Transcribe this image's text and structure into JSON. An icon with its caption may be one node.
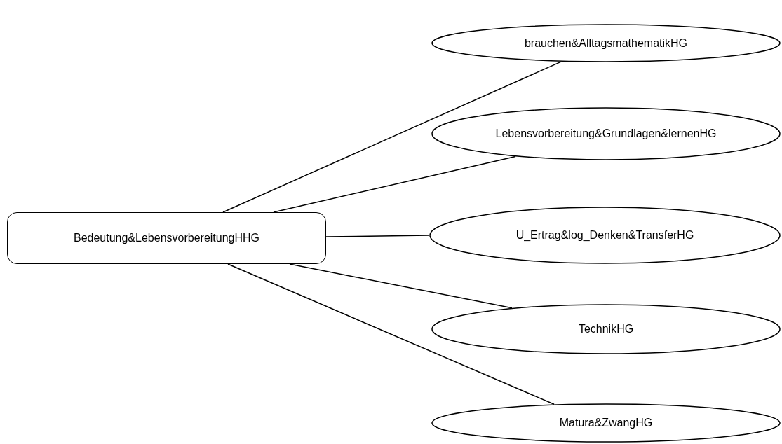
{
  "diagram": {
    "nodes": [
      {
        "text": [
          "Bedeutung&LebensvorbereitungHHG"
        ]
      },
      {
        "text": [
          "brauchen&AlltagsmathematikHG"
        ]
      },
      {
        "text": [
          "Lebensvorbereitung&Grundlagen&lernenHG"
        ]
      },
      {
        "text": [
          "U_Ertrag&log_Denken&TransferHG"
        ]
      },
      {
        "text": [
          "TechnikHG"
        ]
      },
      {
        "text": [
          "Matura&ZwangHG"
        ]
      }
    ],
    "edges": [
      {
        "from": 0,
        "to": 1,
        "arrow": "none"
      },
      {
        "from": 0,
        "to": 2,
        "arrow": "none"
      },
      {
        "from": 0,
        "to": 3,
        "arrow": "none"
      },
      {
        "from": 0,
        "to": 4,
        "arrow": "none"
      },
      {
        "from": 0,
        "to": 5,
        "arrow": "none"
      }
    ]
  }
}
